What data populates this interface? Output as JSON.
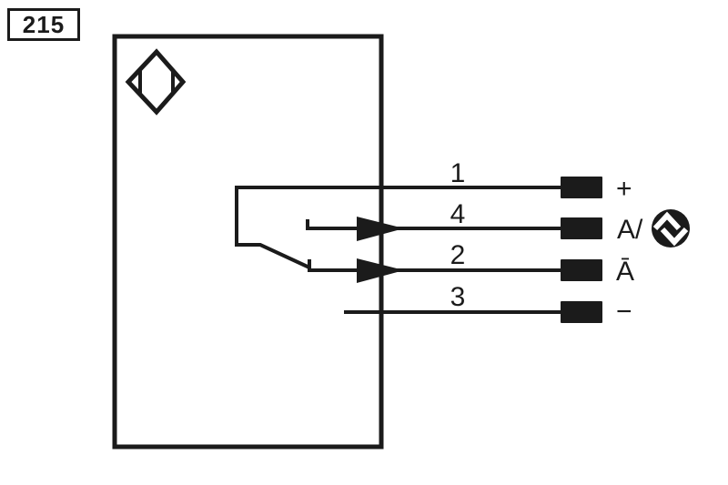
{
  "figure": {
    "number": "215"
  },
  "diagram": {
    "description": "sensor-wiring-connection-diagram",
    "pins": [
      {
        "number": "1",
        "signal": "+"
      },
      {
        "number": "4",
        "signal": "A/"
      },
      {
        "number": "2",
        "signal": "Ā"
      },
      {
        "number": "3",
        "signal": "−"
      }
    ],
    "icons": {
      "sensor_symbol": "diamond-proximity-sensor",
      "output_symbol": "complementary-switching-arrows"
    }
  },
  "colors": {
    "ink": "#1b1b1b",
    "background": "#ffffff"
  }
}
